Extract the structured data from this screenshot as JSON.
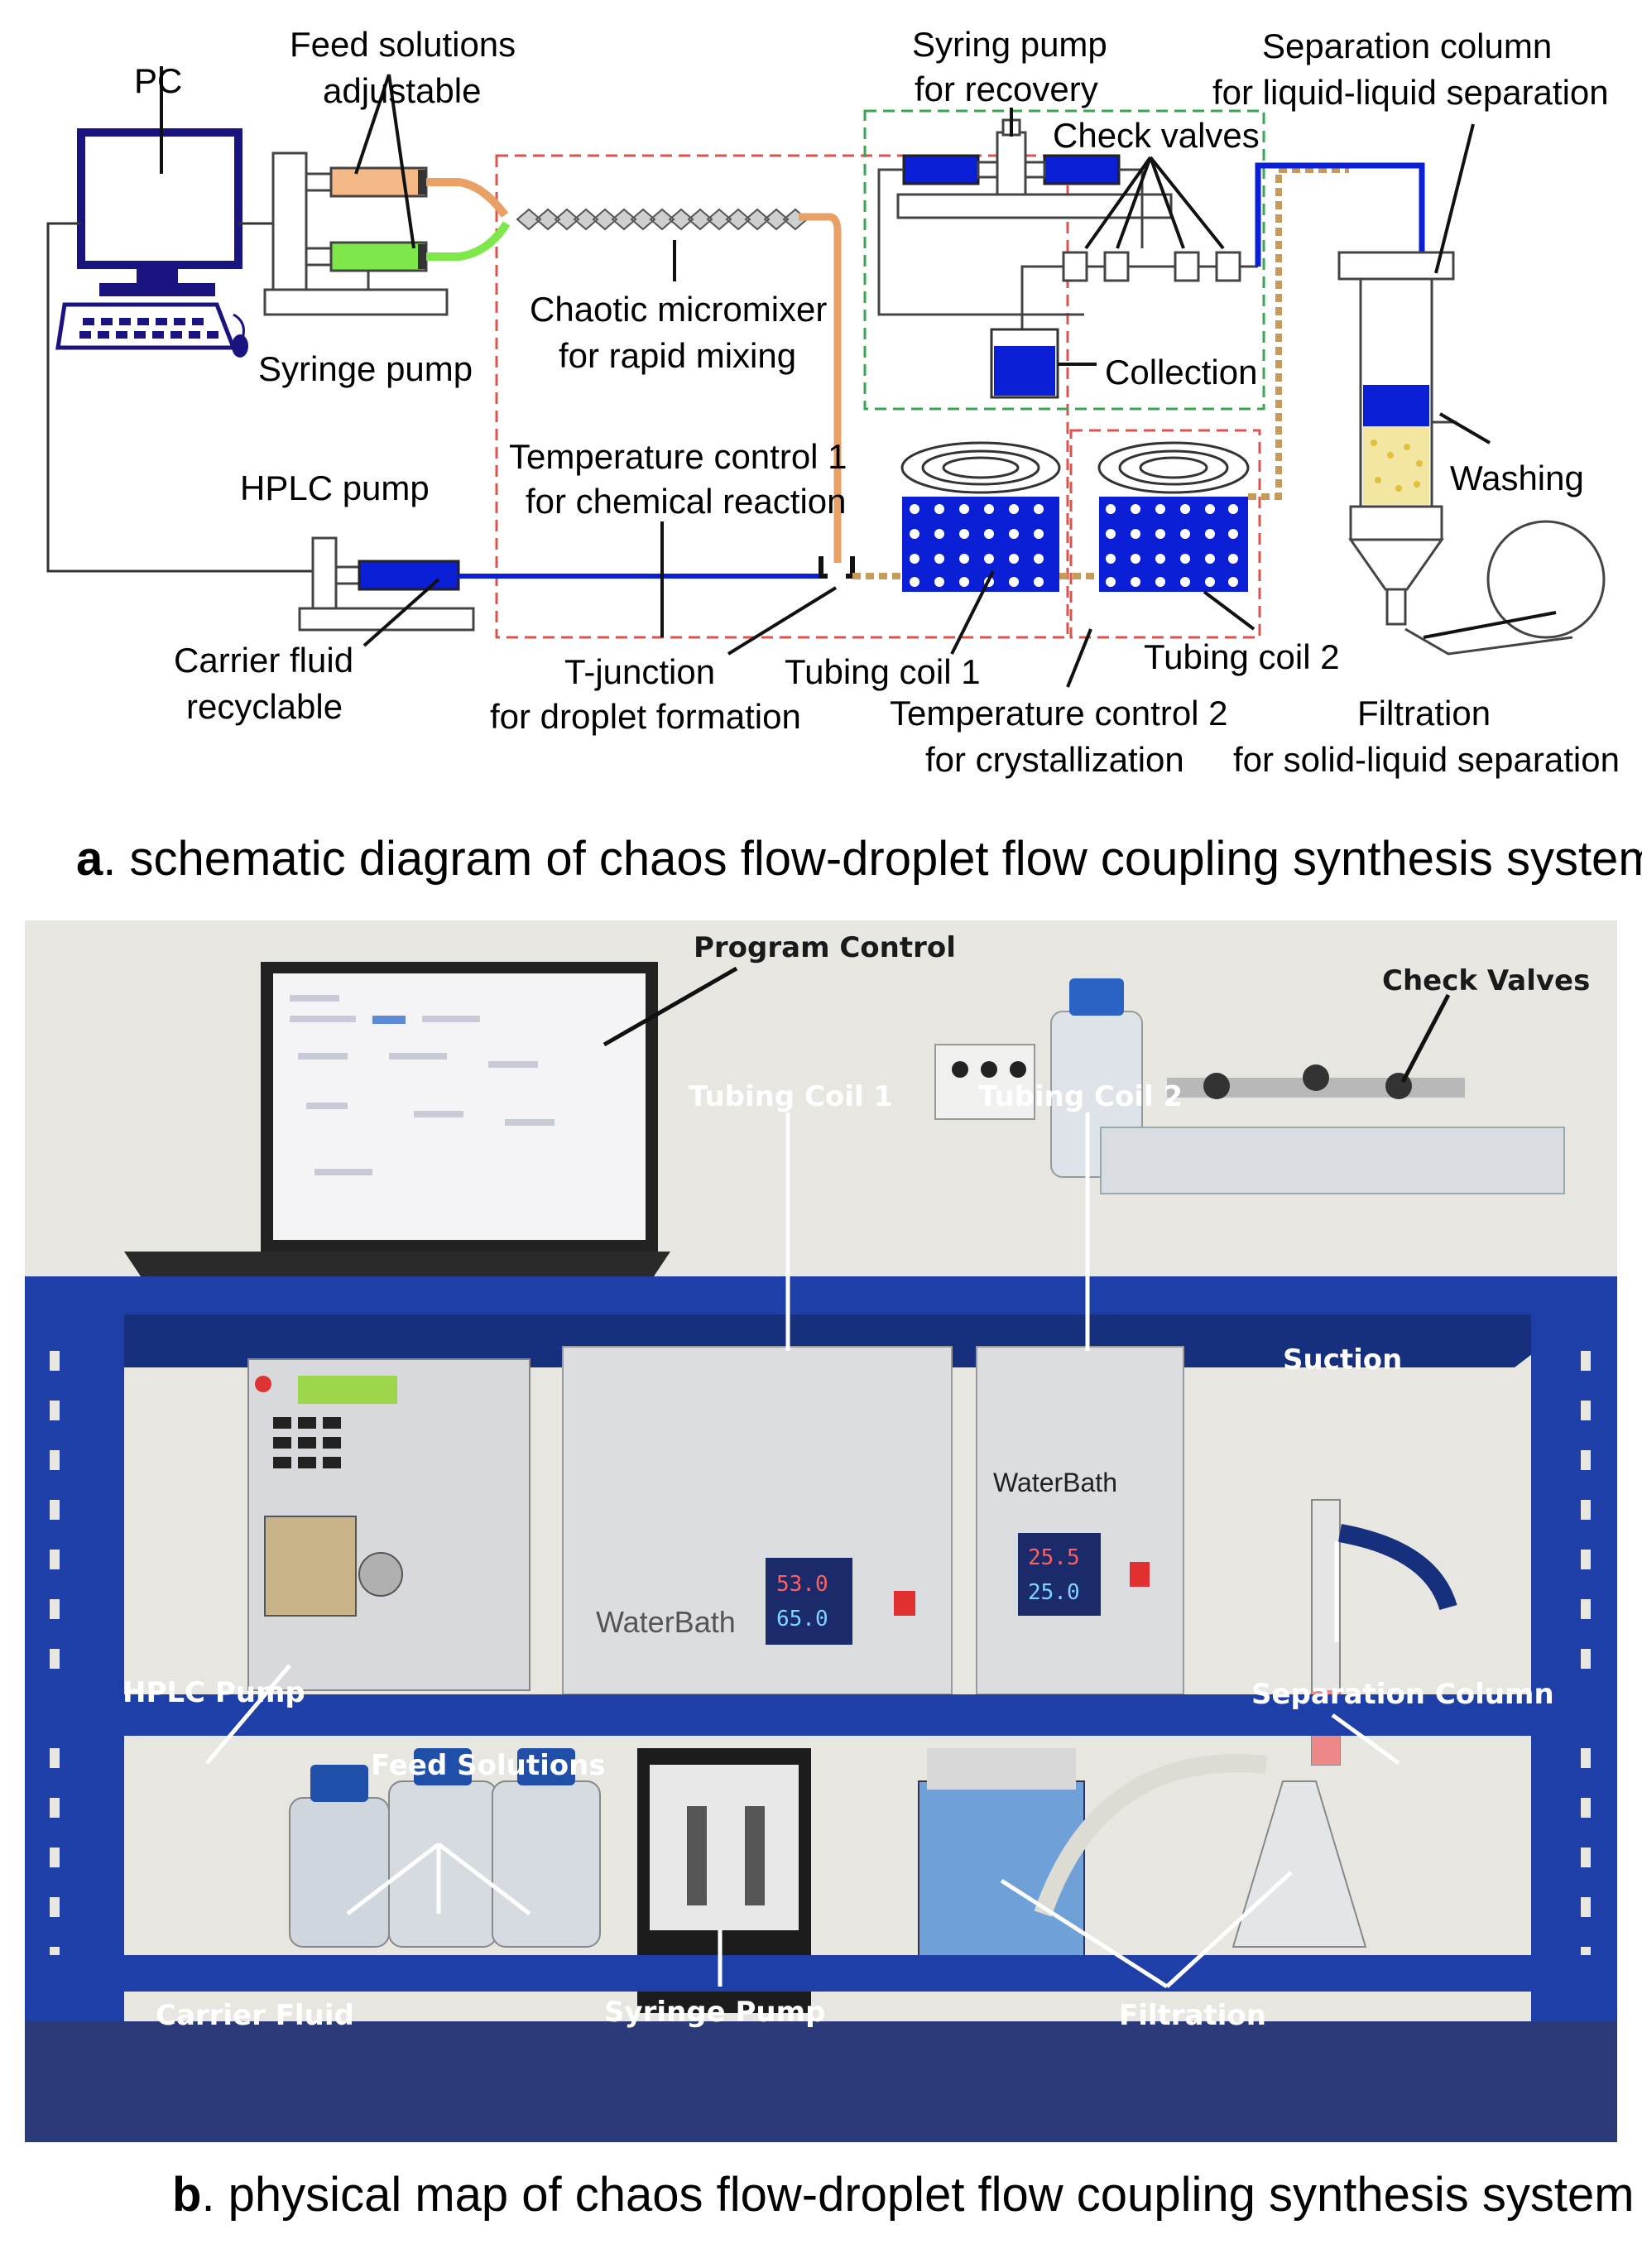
{
  "panel_a": {
    "labels": {
      "pc": "PC",
      "feed_solutions_1": "Feed solutions",
      "feed_solutions_2": "adjustable",
      "syringe_pump": "Syringe pump",
      "chaotic_1": "Chaotic micromixer",
      "chaotic_2": "for rapid mixing",
      "syring_recovery_1": "Syring pump",
      "syring_recovery_2": "for recovery",
      "check_valves": "Check valves",
      "separation_1": "Separation column",
      "separation_2": "for liquid-liquid separation",
      "collection": "Collection",
      "hplc_pump": "HPLC pump",
      "temp1_1": "Temperature control 1",
      "temp1_2": "for chemical reaction",
      "washing": "Washing",
      "carrier_1": "Carrier fluid",
      "carrier_2": "recyclable",
      "tjunction_1": "T-junction",
      "tjunction_2": "for droplet formation",
      "coil1": "Tubing coil 1",
      "coil2": "Tubing coil 2",
      "temp2_1": "Temperature control 2",
      "temp2_2": "for crystallization",
      "filtration_1": "Filtration",
      "filtration_2": "for solid-liquid separation"
    },
    "caption_letter": "a",
    "caption_text": ". schematic diagram of chaos flow-droplet flow coupling synthesis system"
  },
  "panel_b": {
    "labels": {
      "program_control": "Program Control",
      "check_valves": "Check Valves",
      "coil1": "Tubing Coil 1",
      "coil2": "Tubing Coil 2",
      "suction": "Suction",
      "hplc_pump": "HPLC Pump",
      "separation_column": "Separation Column",
      "feed_solutions": "Feed Solutions",
      "carrier_fluid": "Carrier Fluid",
      "syringe_pump": "Syringe Pump",
      "filtration": "Filtration"
    },
    "bath1": {
      "brand": "WaterBath",
      "display_top": "53.0",
      "display_bottom": "65.0"
    },
    "bath2": {
      "brand": "WaterBath",
      "display_top": "25.5",
      "display_bottom": "25.0"
    },
    "caption_letter": "b",
    "caption_text": ". physical map of chaos flow-droplet flow coupling synthesis system"
  },
  "colors": {
    "shelf_blue": "#1e3fa8",
    "pipe_orange": "#e8a065",
    "feed_green": "#7ee84a",
    "pump_blue": "#0a1fd6",
    "crystal_yellow": "#f2e6a0",
    "dashed_red": "#d9534f",
    "dashed_green": "#3aa655"
  }
}
